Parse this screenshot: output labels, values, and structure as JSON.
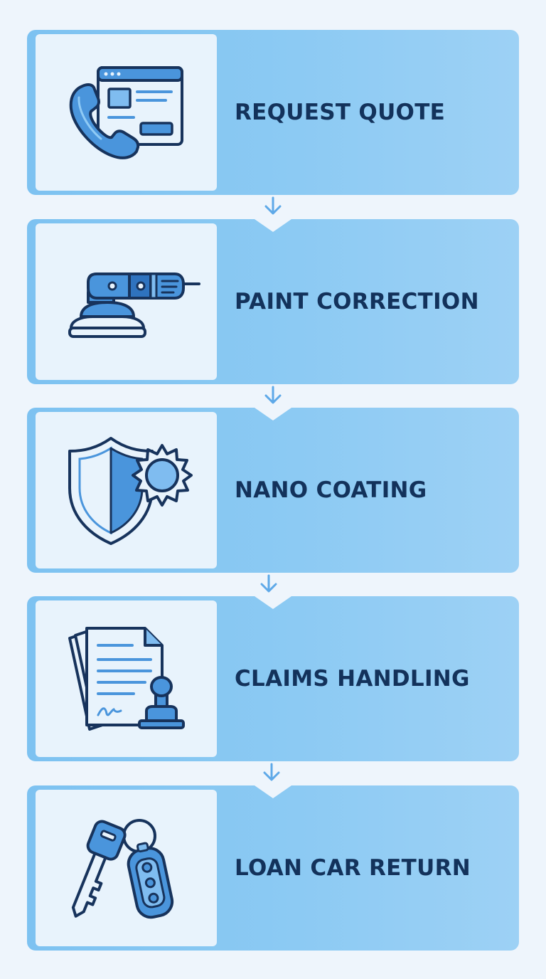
{
  "steps": [
    {
      "label": "REQUEST QUOTE",
      "icon": "phone-browser-icon"
    },
    {
      "label": "PAINT CORRECTION",
      "icon": "polisher-icon"
    },
    {
      "label": "NANO COATING",
      "icon": "shield-sun-icon"
    },
    {
      "label": "CLAIMS HANDLING",
      "icon": "documents-stamp-icon"
    },
    {
      "label": "LOAN CAR RETURN",
      "icon": "car-keys-icon"
    }
  ],
  "colors": {
    "card": "#85c6f2",
    "panel": "#e8f3fc",
    "text": "#13325b",
    "icon_stroke": "#17335c",
    "icon_fill": "#4a95dc",
    "arrow": "#5ea9e8"
  }
}
